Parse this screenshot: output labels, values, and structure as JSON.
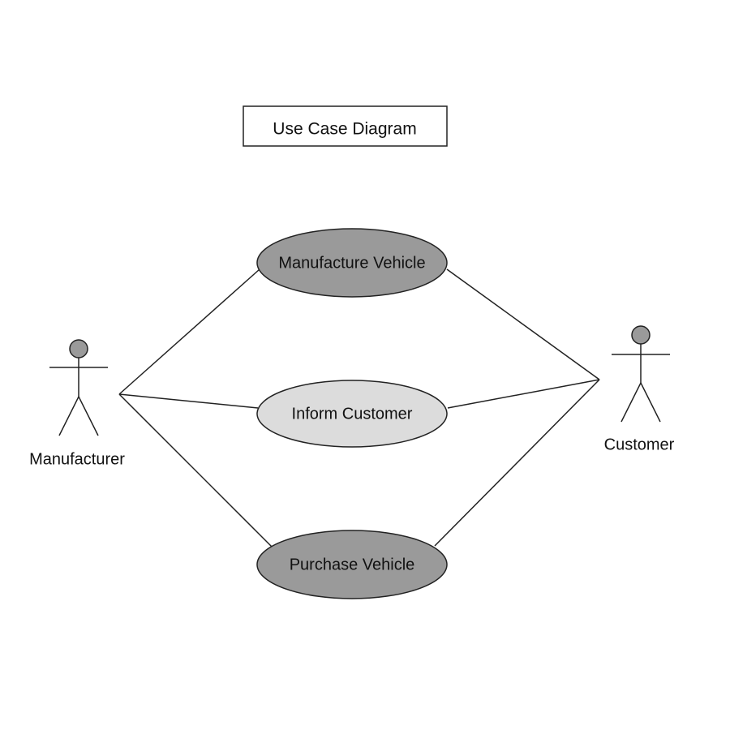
{
  "diagram": {
    "title": "Use Case Diagram",
    "actors": {
      "manufacturer": {
        "label": "Manufacturer"
      },
      "customer": {
        "label": "Customer"
      }
    },
    "use_cases": {
      "manufacture_vehicle": {
        "label": "Manufacture Vehicle",
        "fill": "#9a9a9a"
      },
      "inform_customer": {
        "label": "Inform Customer",
        "fill": "#dcdcdc"
      },
      "purchase_vehicle": {
        "label": "Purchase Vehicle",
        "fill": "#9a9a9a"
      }
    },
    "associations": [
      {
        "actor": "Manufacturer",
        "use_case": "Manufacture Vehicle"
      },
      {
        "actor": "Manufacturer",
        "use_case": "Inform Customer"
      },
      {
        "actor": "Manufacturer",
        "use_case": "Purchase Vehicle"
      },
      {
        "actor": "Customer",
        "use_case": "Manufacture Vehicle"
      },
      {
        "actor": "Customer",
        "use_case": "Inform Customer"
      },
      {
        "actor": "Customer",
        "use_case": "Purchase Vehicle"
      }
    ],
    "colors": {
      "line": "#222222",
      "actor_head": "#9a9a9a",
      "background": "#ffffff"
    }
  }
}
